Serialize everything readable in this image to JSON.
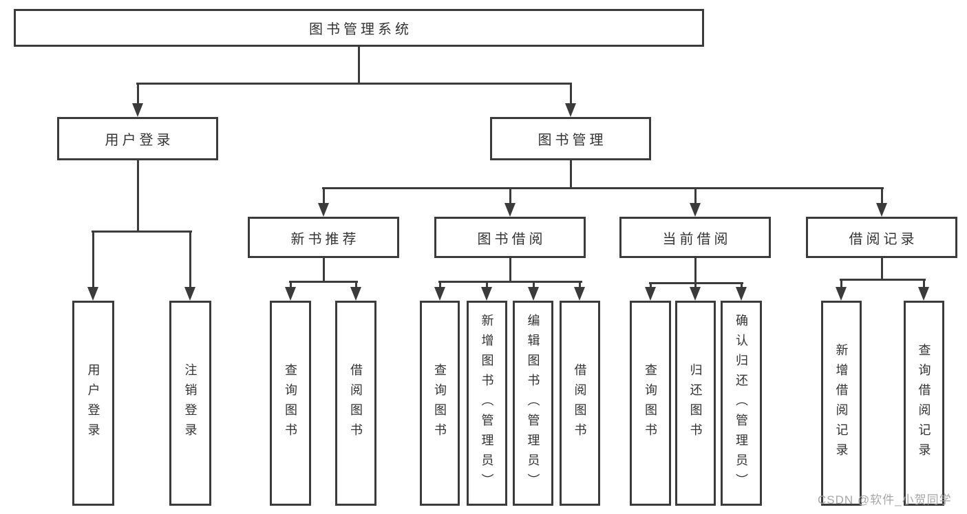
{
  "diagram": {
    "root_label": "图书管理系统",
    "branches": {
      "user_login": {
        "label": "用户登录",
        "children": [
          "用户登录",
          "注销登录"
        ]
      },
      "book_management": {
        "label": "图书管理",
        "sections": {
          "new_books": {
            "label": "新书推荐",
            "children": [
              "查询图书",
              "借阅图书"
            ]
          },
          "book_borrow": {
            "label": "图书借阅",
            "children": [
              "查询图书",
              "新增图书（管理员）",
              "编辑图书（管理员）",
              "借阅图书"
            ]
          },
          "current_borrow": {
            "label": "当前借阅",
            "children": [
              "查询图书",
              "归还图书",
              "确认归还（管理员）"
            ]
          },
          "borrow_records": {
            "label": "借阅记录",
            "children": [
              "新增借阅记录",
              "查询借阅记录"
            ]
          }
        }
      }
    },
    "watermark": "CSDN @软件_小贺同学",
    "colors": {
      "line": "#3b3b3b",
      "box-border": "#3b3b3b",
      "text": "#333333",
      "watermark": "#a6a6a6",
      "background": "#ffffff"
    }
  }
}
